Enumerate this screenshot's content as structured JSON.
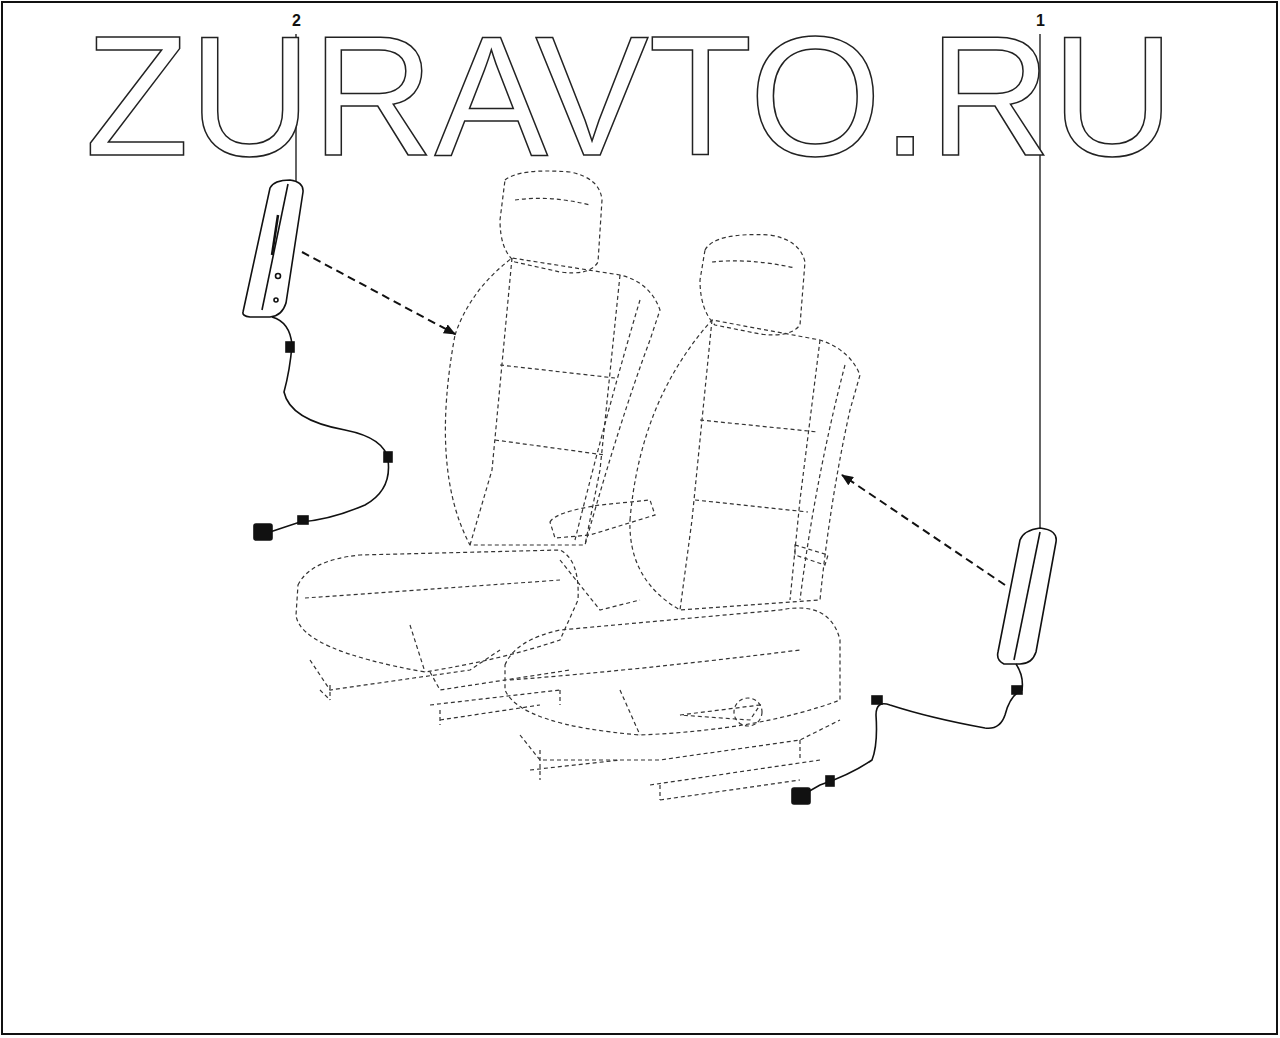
{
  "diagram": {
    "labels": [
      "2",
      "ZURAVTO.RU",
      "1"
    ]
  }
}
